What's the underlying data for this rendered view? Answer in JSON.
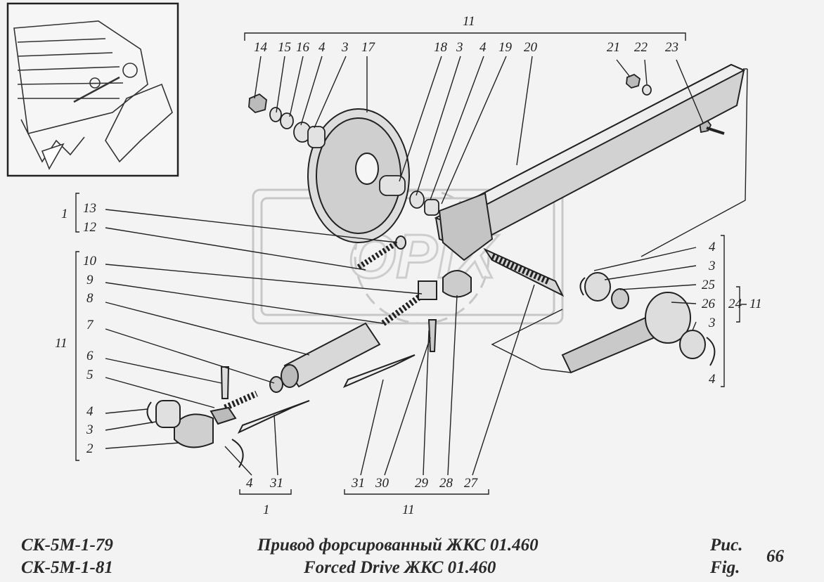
{
  "labels": {
    "top_group": "11",
    "top": [
      "14",
      "15",
      "16",
      "4",
      "3",
      "17",
      "18",
      "3",
      "4",
      "19",
      "20",
      "21",
      "22",
      "23"
    ],
    "left_group_1": "1",
    "left_1": [
      "13",
      "12"
    ],
    "left_group_11": "11",
    "left_11": [
      "10",
      "9",
      "8",
      "7",
      "6",
      "5",
      "4",
      "3",
      "2"
    ],
    "right_group_24": "24",
    "right_group_11": "11",
    "right": [
      "4",
      "3",
      "25",
      "26",
      "3",
      "4"
    ],
    "bottom_left": [
      "4",
      "31"
    ],
    "bottom_left_group": "1",
    "bottom_right": [
      "31",
      "30",
      "29",
      "28",
      "27"
    ],
    "bottom_right_group": "11"
  },
  "caption": {
    "model_1": "СК-5М-1-79",
    "model_2": "СК-5М-1-81",
    "title_ru": "Привод форсированный ЖКС 01.460",
    "title_en": "Forced Drive ЖКС 01.460",
    "fig_ru": "Рис.",
    "fig_en": "Fig.",
    "fig_number": "66"
  },
  "watermark": "OPIX"
}
